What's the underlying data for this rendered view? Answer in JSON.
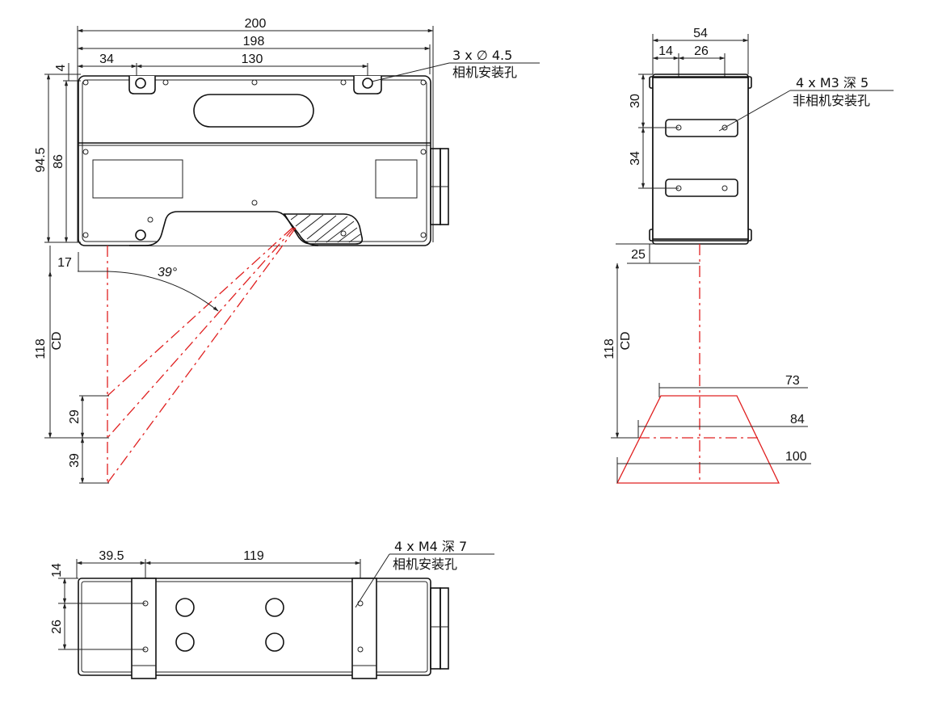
{
  "front_view": {
    "dims": {
      "overall_width": "200",
      "body_width": "198",
      "offset_left": "34",
      "hole_spacing": "130",
      "top_margin": "4",
      "overall_height": "94.5",
      "body_height": "86",
      "below_offset": "17",
      "angle": "39°",
      "cd_value": "118",
      "cd_label": "CD",
      "range_near": "29",
      "range_far": "39"
    },
    "note": {
      "line1": "3 x ∅ 4.5",
      "line2": "相机安装孔"
    }
  },
  "side_view": {
    "dims": {
      "width": "54",
      "offset": "14",
      "spacing": "26",
      "top": "30",
      "pitch": "34",
      "below_offset": "25",
      "cd_value": "118",
      "cd_label": "CD",
      "fov_near": "73",
      "fov_mid": "84",
      "fov_far": "100"
    },
    "note": {
      "line1": "4 x M3 深 5",
      "line2": "非相机安装孔"
    }
  },
  "bottom_view": {
    "dims": {
      "offset": "39.5",
      "spacing": "119",
      "top": "14",
      "pitch": "26"
    },
    "note": {
      "line1": "4 x  M4 深 7",
      "line2": "相机安装孔"
    }
  },
  "colors": {
    "laser": "#e02020",
    "line": "#111111"
  }
}
